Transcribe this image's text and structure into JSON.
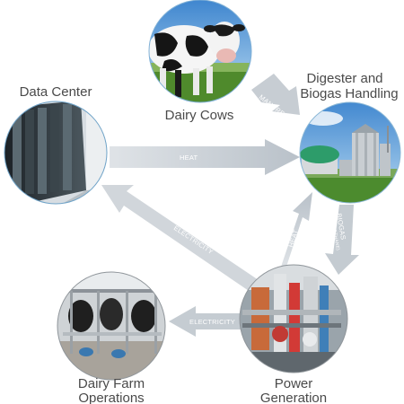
{
  "nodes": {
    "dairy_cows": {
      "label": "Dairy Cows"
    },
    "digester": {
      "label_line1": "Digester and",
      "label_line2": "Biogas Handling"
    },
    "data_center": {
      "label": "Data Center"
    },
    "dairy_farm": {
      "label_line1": "Dairy Farm",
      "label_line2": "Operations"
    },
    "power": {
      "label_line1": "Power",
      "label_line2": "Generation"
    }
  },
  "arrows": {
    "manure": "MANURE",
    "heat_top": "HEAT",
    "electricity_diag": "ELECTRICITY",
    "electricity_bottom": "ELECTRICITY",
    "heat_vertical": "HEAT",
    "biogas": "BIOGAS",
    "biogas_sub": "(85% METHANE)"
  },
  "colors": {
    "arrow": "#c9cfd6",
    "sky": "#5fa3dd",
    "grass": "#4f8a2c",
    "label": "#4a4a4a"
  }
}
